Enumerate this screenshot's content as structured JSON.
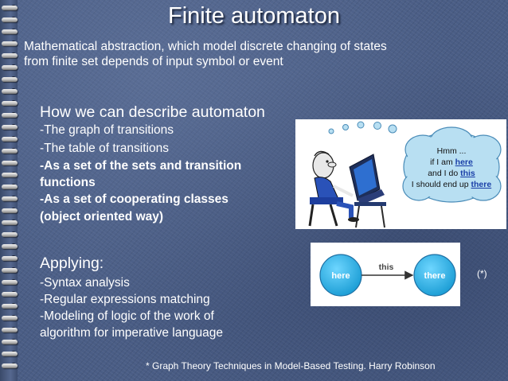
{
  "title": "Finite automaton",
  "subtitle_line1": "Mathematical abstraction, which model discrete changing of states",
  "subtitle_line2": "from finite set depends of input symbol or event",
  "describe": {
    "heading": "How we can describe automaton",
    "items": [
      "-The graph of transitions",
      "-The table of transitions",
      "-As a set of the sets and transition",
      "functions",
      "-As a set of cooperating classes",
      "(object oriented way)"
    ]
  },
  "applying": {
    "heading": "Applying:",
    "items": [
      "-Syntax analysis",
      "-Regular expressions matching",
      "-Modeling of logic of the work of",
      "algorithm for imperative language"
    ]
  },
  "cartoon": {
    "thought_line1": "Hmm ...",
    "thought_line2_pre": "if I am ",
    "thought_line2_em": "here",
    "thought_line3_pre": "and I do ",
    "thought_line3_em": "this",
    "thought_line4_pre": "I should end up ",
    "thought_line4_em": "there"
  },
  "diagram": {
    "state_from": "here",
    "edge_label": "this",
    "state_to": "there"
  },
  "note_mark": "(*)",
  "footer": "* Graph Theory Techniques in Model-Based Testing. Harry Robinson",
  "colors": {
    "background": "#4a5d85",
    "text": "#ffffff",
    "state_fill": "#29b6e8",
    "emphasis_blue": "#1a3fa8"
  }
}
